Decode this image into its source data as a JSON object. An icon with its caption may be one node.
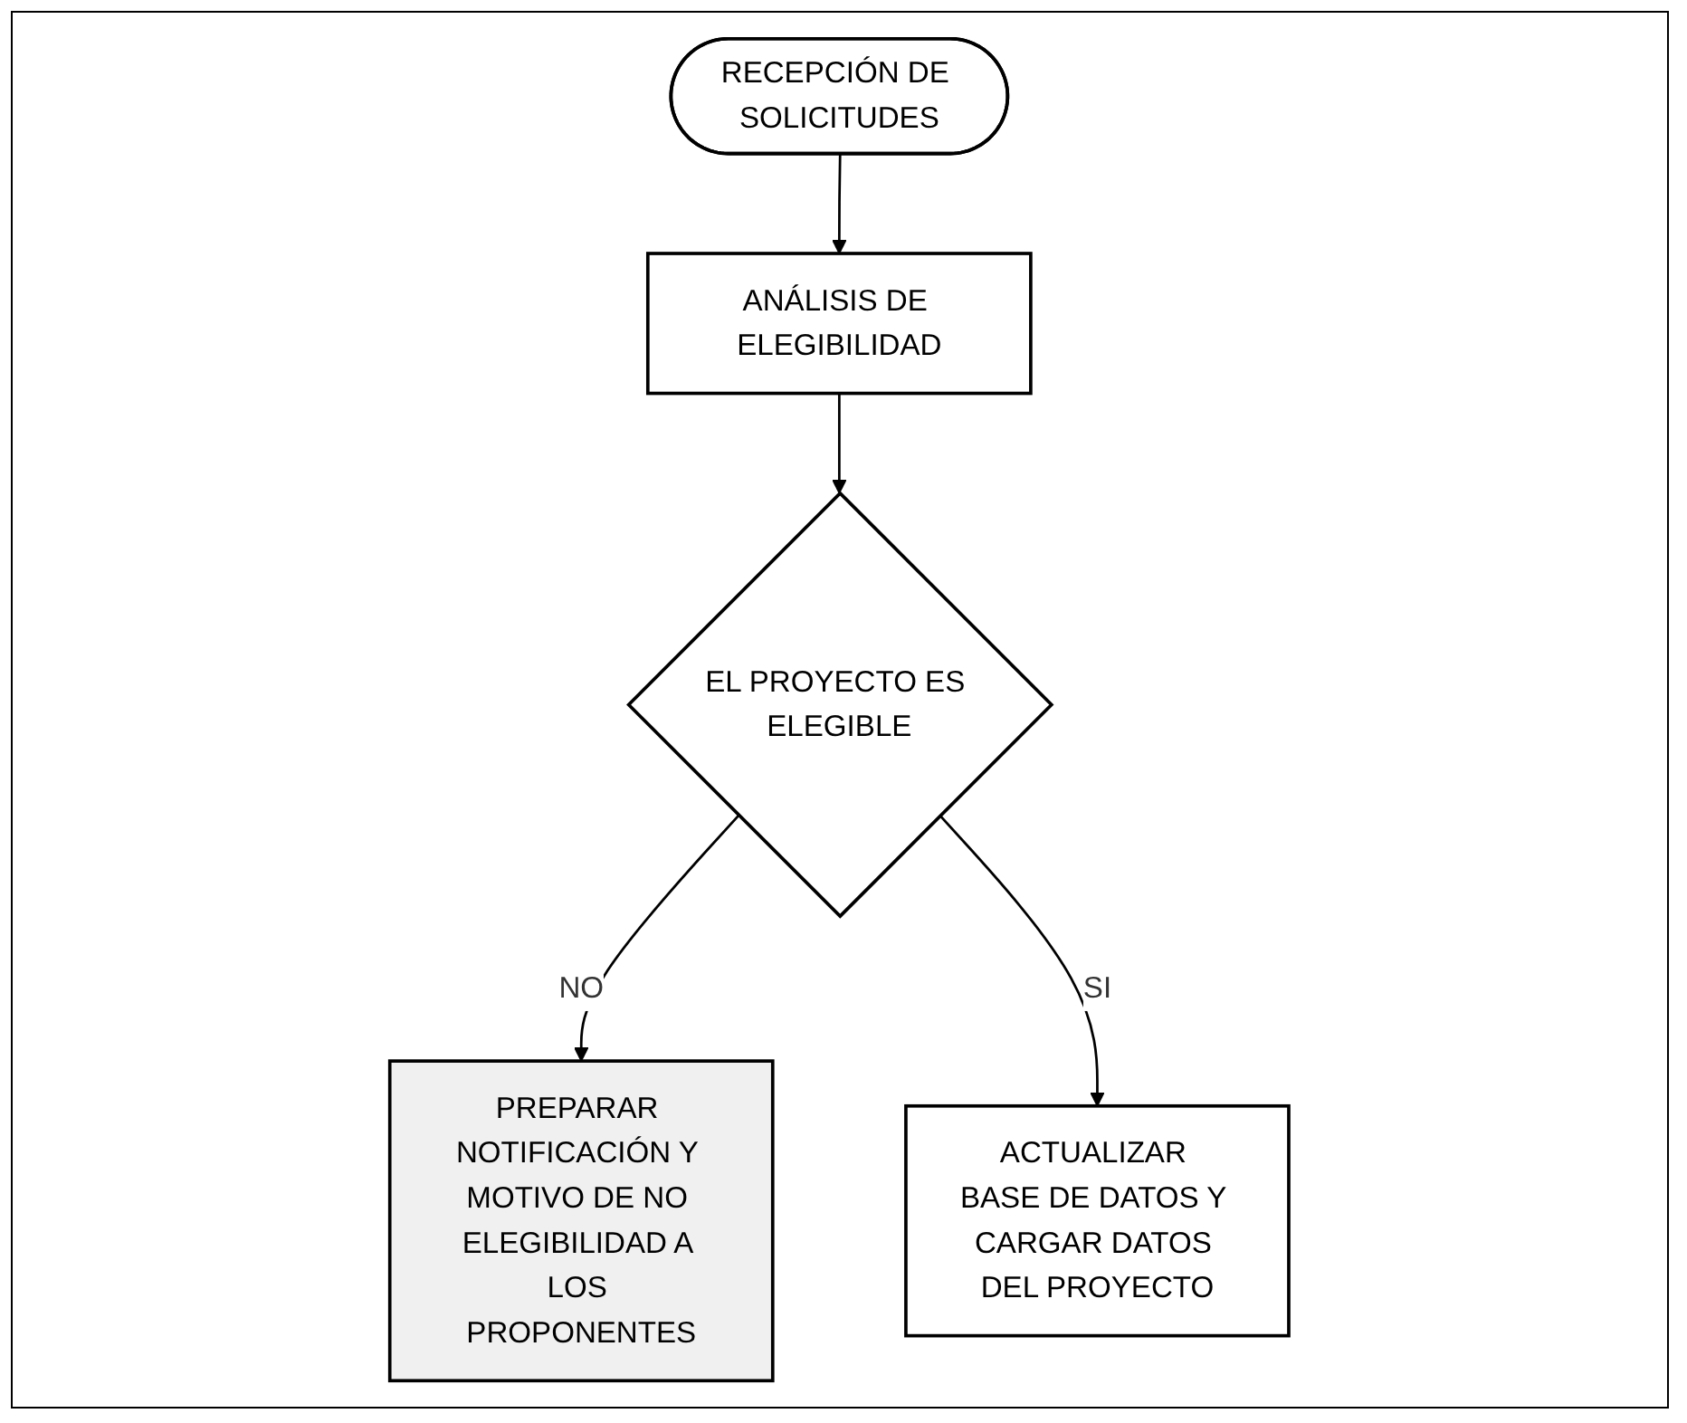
{
  "diagram": {
    "nodes": [
      {
        "text": [
          "RECEPCIÓN DE SOLICITUDES"
        ]
      },
      {
        "text": [
          "ANÁLISIS DE ELEGIBILIDAD"
        ]
      },
      {
        "text": [
          "EL PROYECTO ES ELEGIBLE"
        ]
      },
      {
        "text": [
          "PREPARAR NOTIFICACIÓN Y MOTIVO DE NO ELEGIBILIDAD A LOS PROPONENTES"
        ]
      },
      {
        "text": [
          "ACTUALIZAR BASE DE DATOS Y CARGAR DATOS DEL PROYECTO"
        ]
      }
    ],
    "edges": [
      {
        "from": 0,
        "to": 1,
        "arrow": "to"
      },
      {
        "from": 1,
        "to": 2,
        "arrow": "to"
      },
      {
        "from": 2,
        "to": 3,
        "arrow": "to",
        "label": "NO"
      },
      {
        "from": 2,
        "to": 4,
        "arrow": "to",
        "label": "SI"
      }
    ]
  }
}
